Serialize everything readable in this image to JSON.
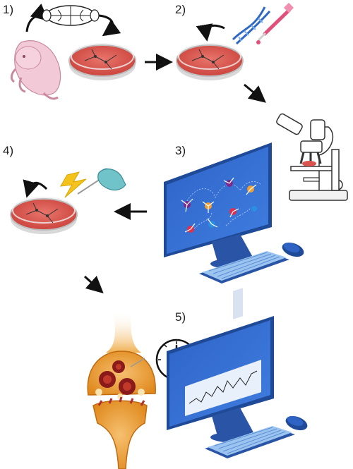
{
  "steps": [
    {
      "label": "1)"
    },
    {
      "label": "2)"
    },
    {
      "label": "3)"
    },
    {
      "label": "4)"
    },
    {
      "label": "5)"
    }
  ],
  "icons": [
    "newborn-pup-icon",
    "brain-icon",
    "petri-dish-icon",
    "dna-icon",
    "pipette-icon",
    "microscope-icon",
    "monitor-icon",
    "keyboard-icon",
    "mouse-icon",
    "lightning-icon",
    "electrode-hand-icon",
    "synapse-icon",
    "clock-icon",
    "curved-arrow-icon",
    "flow-arrow-icon"
  ],
  "colors": {
    "dish_medium": "#d9534f",
    "dish_rim": "#e8e8e8",
    "monitor_frame": "#2f5fb3",
    "monitor_screen": "#3a6fd0",
    "pup_skin": "#f2c9d6",
    "synapse": "#f0a030"
  }
}
